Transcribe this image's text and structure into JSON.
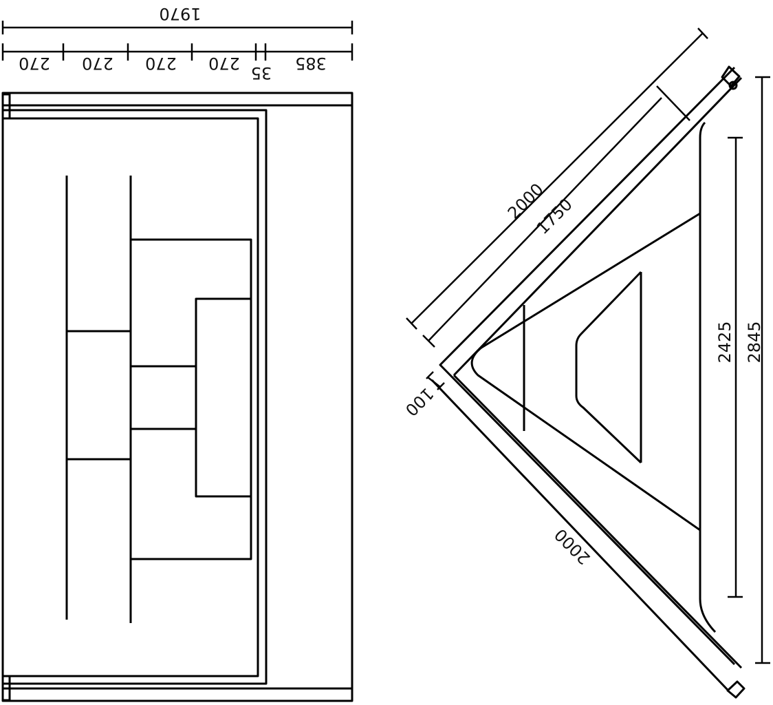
{
  "front_view": {
    "overall_width": "1970",
    "segments": [
      "270",
      "270",
      "270",
      "270",
      "35",
      "385"
    ]
  },
  "corner_view": {
    "outer_arm_length": "2000",
    "inner_arm_length": "1750",
    "lower_arm_length": "2000",
    "profile_thickness": "100",
    "inner_height": "2425",
    "overall_height": "2845"
  },
  "colors": {
    "line": "#000000",
    "background": "#ffffff"
  }
}
